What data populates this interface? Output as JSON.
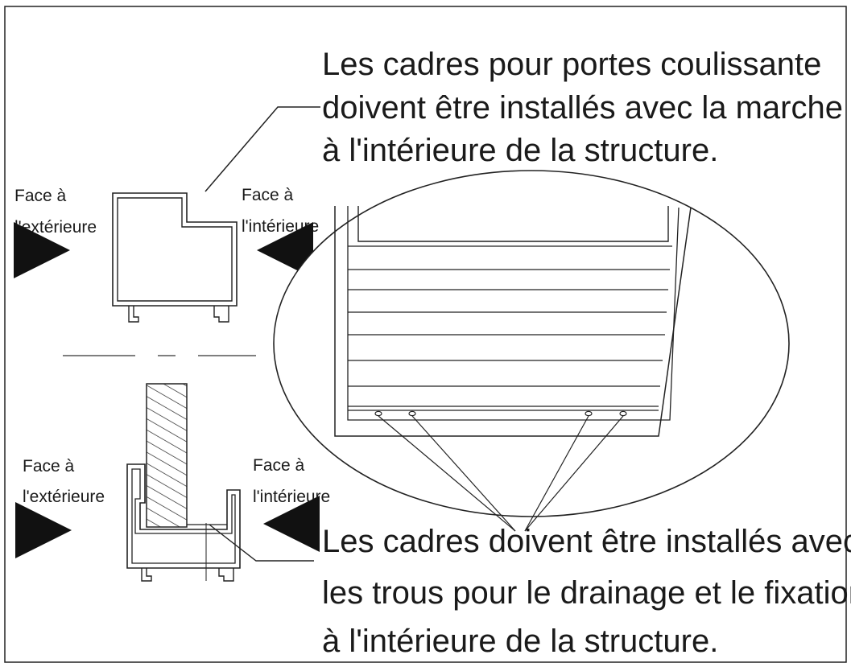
{
  "top_note": {
    "lines": [
      "Les cadres pour portes coulissante",
      "doivent être installés avec la marche",
      "à l'intérieure de la structure."
    ]
  },
  "bottom_note": {
    "lines": [
      "Les cadres doivent être installés avec",
      "les trous pour le drainage et le fixation",
      "à l'intérieure de la structure."
    ]
  },
  "upper_section": {
    "left_label": [
      "Face à",
      "l'extérieure"
    ],
    "right_label": [
      "Face à",
      "l'intérieure"
    ]
  },
  "lower_section": {
    "left_label": [
      "Face à",
      "l'extérieure"
    ],
    "right_label": [
      "Face à",
      "l'intérieure"
    ]
  }
}
